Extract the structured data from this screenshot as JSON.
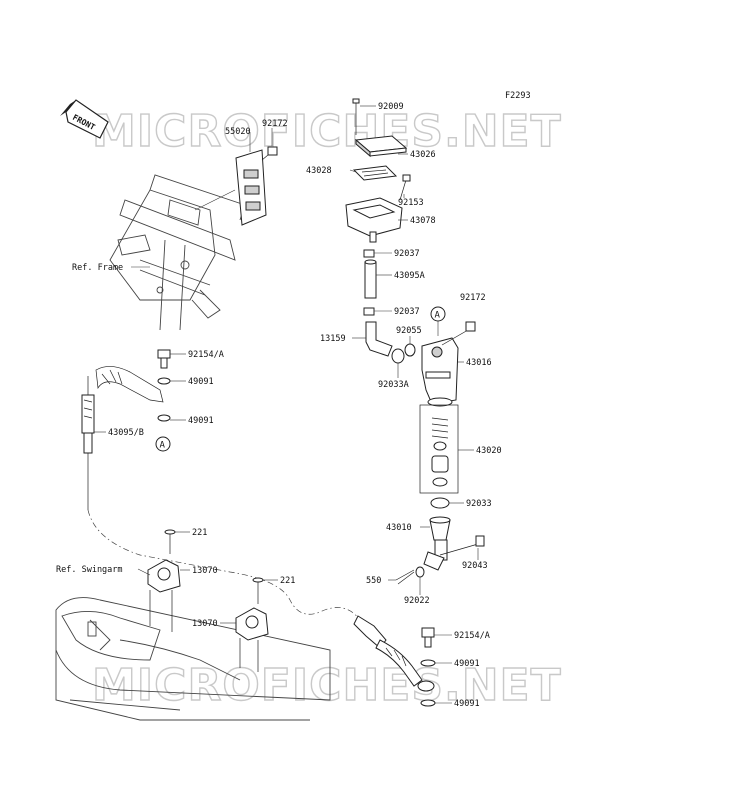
{
  "figure_code": "F2293",
  "front_badge": "FRONT",
  "watermark_top": "MICROFICHES.NET",
  "watermark_bottom": "MICROFICHES.NET",
  "ref_labels": {
    "frame": "Ref. Frame",
    "swingarm": "Ref. Swingarm"
  },
  "callout_marker": "A",
  "part_labels": {
    "p92009": "92009",
    "p43026": "43026",
    "p43028": "43028",
    "p92153": "92153",
    "p43078": "43078",
    "p92037a": "92037",
    "p43095a": "43095A",
    "p92037b": "92037",
    "p92172b": "92172",
    "p13159": "13159",
    "p92055": "92055",
    "p43016": "43016",
    "p92033a": "92033A",
    "p43020": "43020",
    "p92033": "92033",
    "p43010": "43010",
    "p92043": "92043",
    "p550": "550",
    "p92022": "92022",
    "p55020": "55020",
    "p92172a": "92172",
    "p92154a": "92154/A",
    "p49091a": "49091",
    "p49091b": "49091",
    "p43095b": "43095/B",
    "p221a": "221",
    "p13070a": "13070",
    "p221b": "221",
    "p13070b": "13070",
    "p92154b": "92154/A",
    "p49091c": "49091",
    "p49091d": "49091"
  }
}
